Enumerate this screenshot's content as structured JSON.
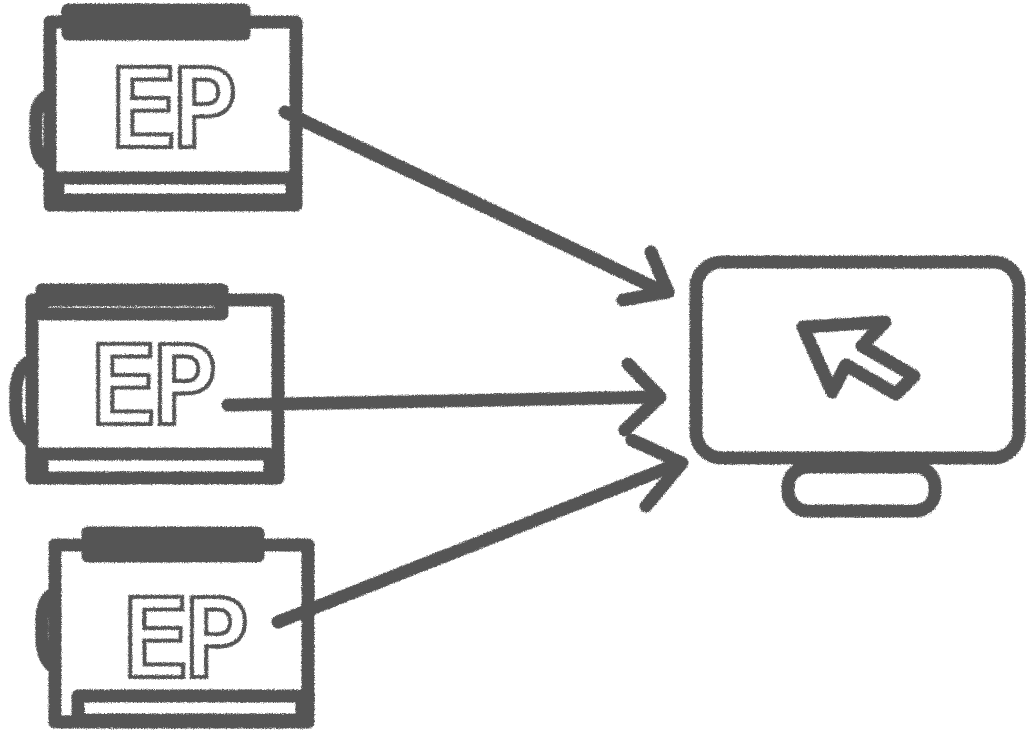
{
  "diagram": {
    "device_label": "EP",
    "devices": [
      {
        "label": "EP",
        "icon": "ep-device-icon"
      },
      {
        "label": "EP",
        "icon": "ep-device-icon"
      },
      {
        "label": "EP",
        "icon": "ep-device-icon"
      }
    ],
    "target": {
      "icon": "monitor-icon",
      "pointer_icon": "cursor-arrow-icon"
    },
    "connections": [
      {
        "from": 0,
        "to": "target"
      },
      {
        "from": 1,
        "to": "target"
      },
      {
        "from": 2,
        "to": "target"
      }
    ],
    "colors": {
      "ink": "#555555",
      "background": "#ffffff"
    }
  }
}
